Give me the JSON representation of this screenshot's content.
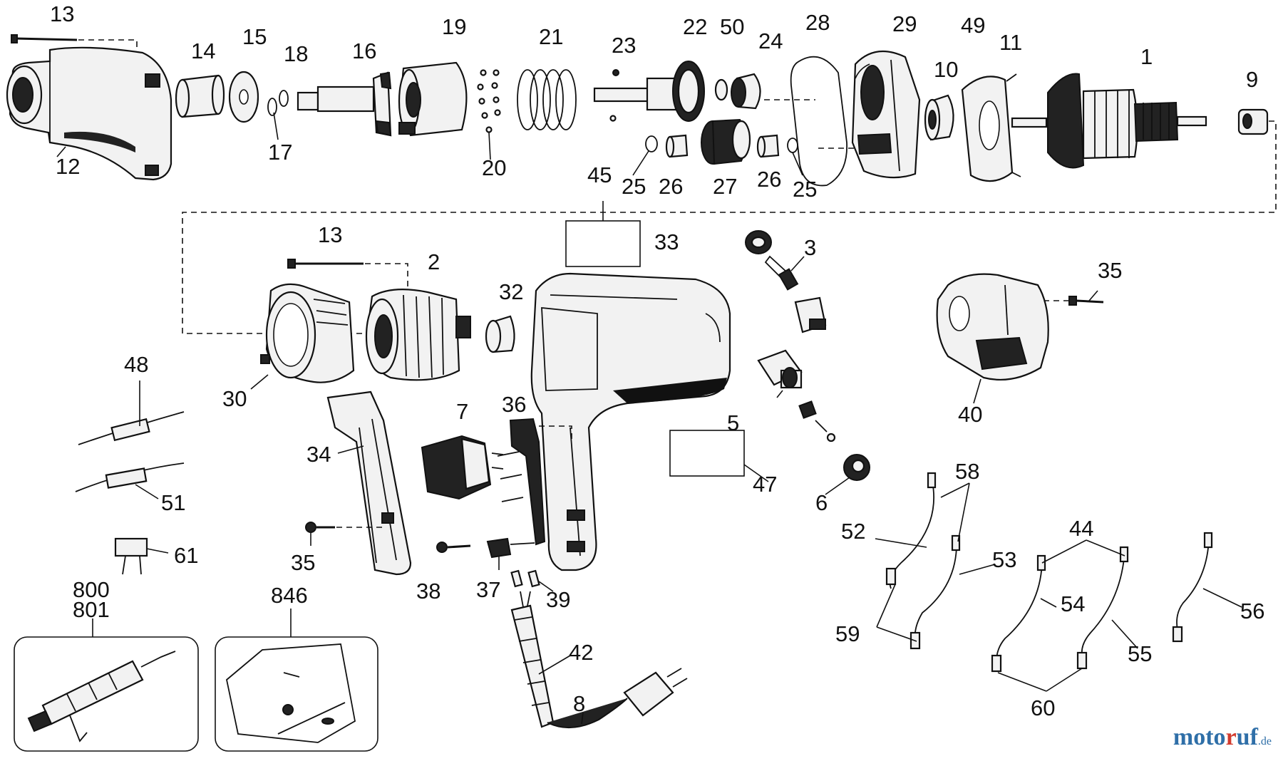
{
  "diagram": {
    "labels": {
      "p13a": "13",
      "p12": "12",
      "p14": "14",
      "p15": "15",
      "p18": "18",
      "p17": "17",
      "p16": "16",
      "p19": "19",
      "p20": "20",
      "p21": "21",
      "p23": "23",
      "p22": "22",
      "p50": "50",
      "p24": "24",
      "p25a": "25",
      "p26a": "26",
      "p27": "27",
      "p26b": "26",
      "p25b": "25",
      "p28": "28",
      "p29": "29",
      "p49": "49",
      "p10": "10",
      "p11": "11",
      "p1": "1",
      "p9": "9",
      "p45": "45",
      "p33": "33",
      "p13b": "13",
      "p2": "2",
      "p32": "32",
      "p3": "3",
      "p35a": "35",
      "p30": "30",
      "p48": "48",
      "p40": "40",
      "p5": "5",
      "p7": "7",
      "p36": "36",
      "p34": "34",
      "p47": "47",
      "p6": "6",
      "p51": "51",
      "p58": "58",
      "p52": "52",
      "p53": "53",
      "p44": "44",
      "p61": "61",
      "p35b": "35",
      "p38": "38",
      "p37": "37",
      "p39": "39",
      "p54": "54",
      "p56": "56",
      "p800": "800",
      "p801": "801",
      "p846": "846",
      "p42": "42",
      "p59": "59",
      "p55": "55",
      "p8": "8",
      "p60": "60"
    }
  },
  "watermark": {
    "part_a": "moto",
    "part_b": "r",
    "part_c": "uf",
    "tld": ".de"
  }
}
